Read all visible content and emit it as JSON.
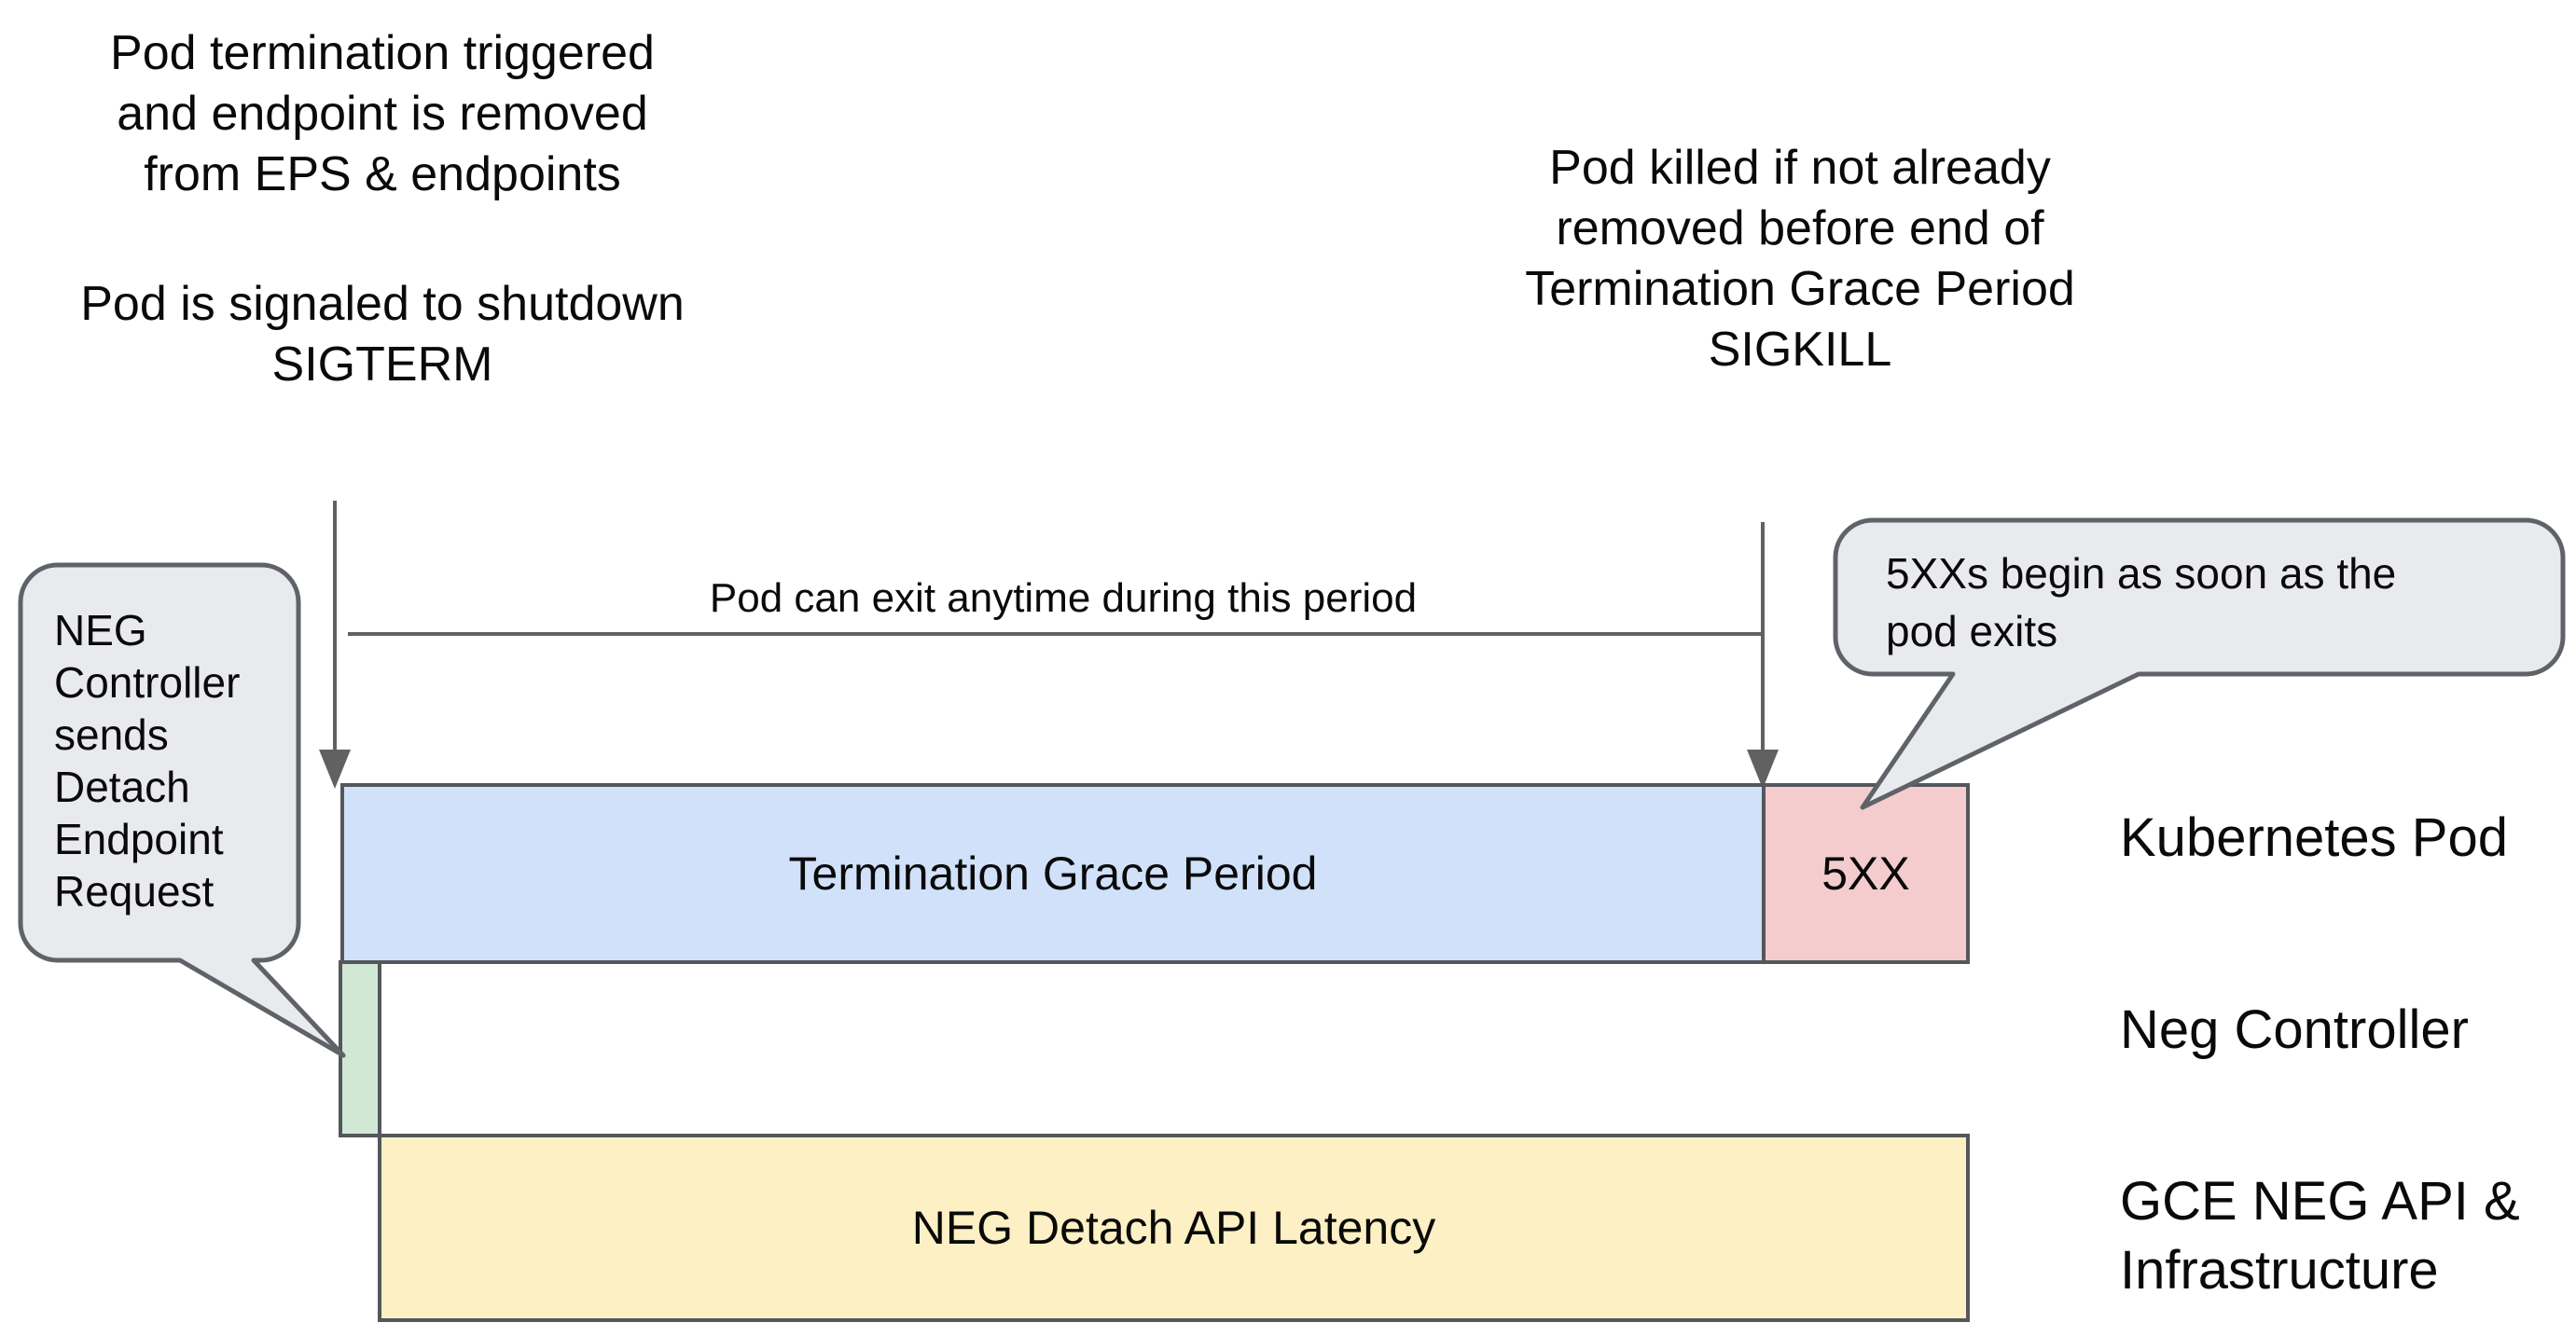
{
  "annotations": {
    "pod_termination_lines": [
      "Pod termination triggered",
      "and endpoint is removed",
      "from EPS & endpoints"
    ],
    "pod_signaled_lines": [
      "Pod is signaled to shutdown",
      "SIGTERM"
    ],
    "pod_killed_lines": [
      "Pod killed if not already",
      "removed before end of",
      "Termination Grace Period",
      "SIGKILL"
    ],
    "period_label": "Pod can exit anytime during this period"
  },
  "callouts": {
    "neg_controller_lines": [
      "NEG",
      "Controller",
      "sends",
      "Detach",
      "Endpoint",
      "Request"
    ],
    "five_xx_lines": [
      "5XXs begin as soon as the",
      "pod exits"
    ]
  },
  "bars": {
    "termination_grace_label": "Termination Grace Period",
    "five_xx_label": "5XX",
    "latency_label": "NEG Detach API Latency"
  },
  "rows": {
    "kubernetes_pod": "Kubernetes Pod",
    "neg_controller": "Neg Controller",
    "gce_lines": [
      "GCE NEG API &",
      "Infrastructure"
    ]
  },
  "colors": {
    "grace_fill": "#d0e1f9",
    "five_xx_fill": "#f5cccd",
    "detach_marker_fill": "#d0e8d4",
    "latency_fill": "#fcf0c4",
    "callout_fill": "#e9eaee",
    "line": "#616161"
  }
}
